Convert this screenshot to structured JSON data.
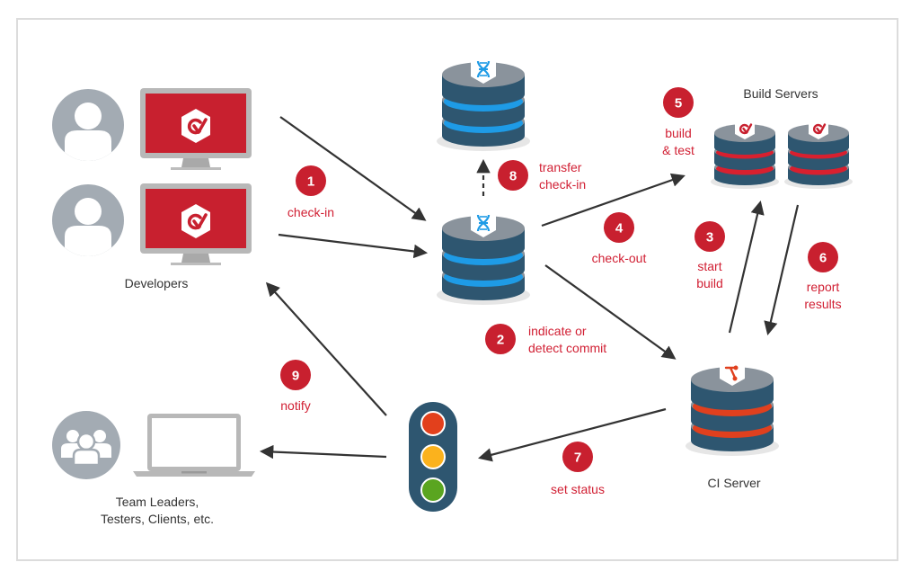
{
  "colors": {
    "accent_red": "#c8202f",
    "label_red": "#d11f33",
    "db_dark": "#2e5670",
    "db_gray": "#8a939c",
    "db_band_blue": "#1e9be6",
    "db_band_red": "#d8202f",
    "db_band_ci": "#e0401e",
    "person_gray": "#a3abb3",
    "arrow": "#333333"
  },
  "groups": {
    "developers": "Developers",
    "build_servers": "Build Servers",
    "ci_server": "CI Server",
    "team_line1": "Team Leaders,",
    "team_line2": "Testers, Clients, etc."
  },
  "steps": [
    {
      "num": "1",
      "lines": [
        "check-in"
      ]
    },
    {
      "num": "2",
      "lines": [
        "indicate or",
        "detect commit"
      ]
    },
    {
      "num": "3",
      "lines": [
        "start",
        "build"
      ]
    },
    {
      "num": "4",
      "lines": [
        "check-out"
      ]
    },
    {
      "num": "5",
      "lines": [
        "build",
        "& test"
      ]
    },
    {
      "num": "6",
      "lines": [
        "report",
        "results"
      ]
    },
    {
      "num": "7",
      "lines": [
        "set status"
      ]
    },
    {
      "num": "8",
      "lines": [
        "transfer",
        "check-in"
      ]
    },
    {
      "num": "9",
      "lines": [
        "notify"
      ]
    }
  ],
  "icons": {
    "developer_avatar": "person-icon",
    "monitor_logo": "checkmark-hex-logo",
    "repo_logo": "dna-helix-icon",
    "ci_logo": "branch-merge-icon",
    "team_avatar": "group-icon",
    "laptop": "laptop-icon",
    "status": "traffic-light-icon"
  },
  "traffic_light": [
    "#e2401c",
    "#fbb21d",
    "#5aa520"
  ]
}
